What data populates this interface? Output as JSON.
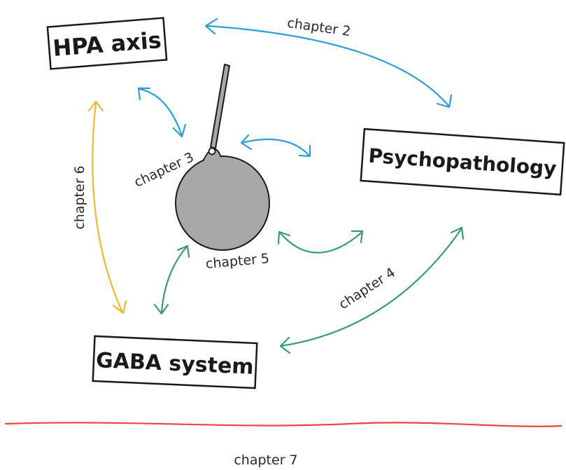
{
  "nodes": {
    "hpa": {
      "label": "HPA axis"
    },
    "psychopathology": {
      "label": "Psychopathology"
    },
    "gaba": {
      "label": "GABA system"
    }
  },
  "chapters": {
    "c2": "chapter 2",
    "c3": "chapter 3",
    "c4": "chapter 4",
    "c5": "chapter 5",
    "c6": "chapter 6",
    "c7": "chapter 7"
  },
  "colors": {
    "blue": "#2a9fd8",
    "green": "#3a9a7a",
    "yellow": "#f2b731",
    "red": "#e8473f",
    "pendulum_fill": "#a8a8a8",
    "pendulum_stroke": "#1a1a1a"
  }
}
